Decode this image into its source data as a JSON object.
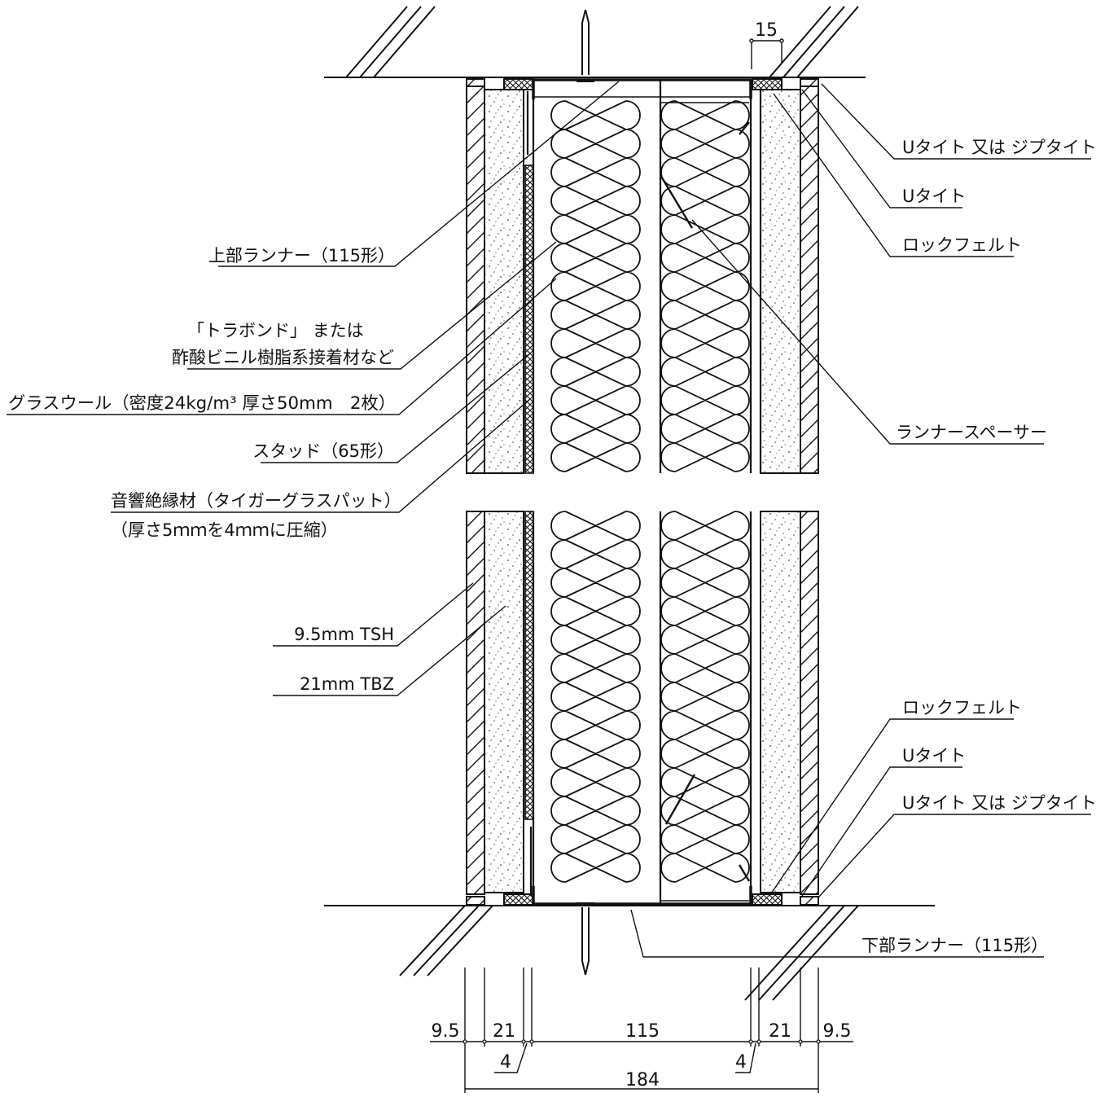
{
  "labels": {
    "top_runner": "上部ランナー（115形）",
    "trabond_1": "「トラボンド」 または",
    "trabond_2": "酢酸ビニル樹脂系接着材など",
    "glass_wool": "グラスウール（密度24kg/m³ 厚さ50mm　2枚）",
    "stud": "スタッド（65形）",
    "acoustic_1": "音響絶縁材（タイガーグラスパット）",
    "acoustic_2": "（厚さ5ｍｍを4ｍｍに圧縮）",
    "tsh": "9.5mm TSH",
    "tbz": "21mm TBZ",
    "u_tight_or_zip_top": "Uタイト 又は ジプタイト",
    "u_tight_top": "Uタイト",
    "rock_felt_top": "ロックフェルト",
    "runner_spacer": "ランナースペーサー",
    "rock_felt_bottom": "ロックフェルト",
    "u_tight_bottom": "Uタイト",
    "u_tight_or_zip_bottom": "Uタイト 又は ジプタイト",
    "bottom_runner": "下部ランナー（115形）"
  },
  "dimensions": {
    "top_gap": "15",
    "d_board_left": "9.5",
    "d_tbz_left": "21",
    "d_cavity": "115",
    "d_tbz_right": "21",
    "d_board_right": "9.5",
    "d_felt_left": "4",
    "d_felt_right": "4",
    "d_total": "184"
  },
  "colors": {
    "line": "#111111",
    "background": "#ffffff"
  }
}
